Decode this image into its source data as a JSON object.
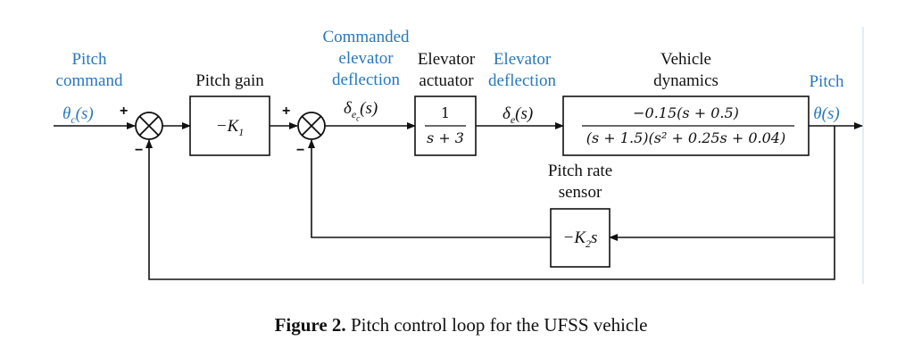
{
  "labels": {
    "pitch_command": [
      "Pitch",
      "command"
    ],
    "pitch_command_symbol": "θc(s)",
    "pitch_gain_title": "Pitch gain",
    "pitch_gain_block": "−K1",
    "commanded_elevator_deflection": [
      "Commanded",
      "elevator",
      "deflection"
    ],
    "commanded_deflection_symbol": "δec(s)",
    "elevator_actuator_title": [
      "Elevator",
      "actuator"
    ],
    "elevator_actuator_num": "1",
    "elevator_actuator_den": "s + 3",
    "elevator_deflection": [
      "Elevator",
      "deflection"
    ],
    "elevator_deflection_symbol": "δe(s)",
    "vehicle_dynamics_title": [
      "Vehicle",
      "dynamics"
    ],
    "vehicle_dynamics_num": "−0.15(s + 0.5)",
    "vehicle_dynamics_den": "(s + 1.5)(s² + 0.25s + 0.04)",
    "pitch_output": "Pitch",
    "pitch_output_symbol": "θ(s)",
    "pitch_rate_sensor_title": [
      "Pitch rate",
      "sensor"
    ],
    "pitch_rate_sensor_block": "−K2s"
  },
  "summing_signs": {
    "sum1_plus": "+",
    "sum1_minus": "−",
    "sum2_plus": "+",
    "sum2_minus": "−"
  },
  "caption": {
    "bold": "Figure 2.",
    "text": " Pitch control loop for the UFSS vehicle"
  },
  "colors": {
    "signal_label": "#2878bd",
    "line": "#111111"
  }
}
